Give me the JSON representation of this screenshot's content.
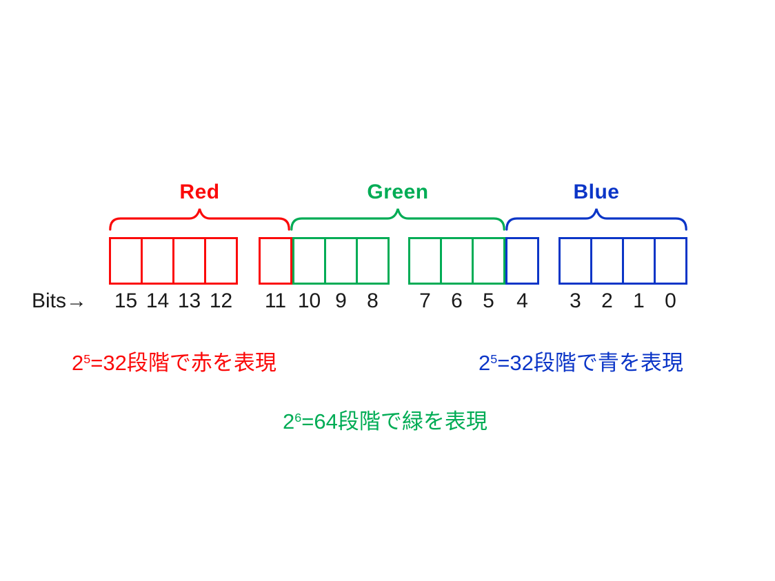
{
  "colors": {
    "red": "#FB0A0A",
    "green": "#00AC55",
    "blue": "#0B35C7",
    "text": "#1A1A1A",
    "background": "#FFFFFF"
  },
  "channel_labels": [
    {
      "id": "red",
      "label": "Red"
    },
    {
      "id": "green",
      "label": "Green"
    },
    {
      "id": "blue",
      "label": "Blue"
    }
  ],
  "bits_axis_label": "Bits→",
  "bit_field": {
    "total_bits": 16,
    "groups": [
      {
        "cells": [
          {
            "bit": "15",
            "color": "red"
          },
          {
            "bit": "14",
            "color": "red"
          },
          {
            "bit": "13",
            "color": "red"
          },
          {
            "bit": "12",
            "color": "red"
          }
        ]
      },
      {
        "cells": [
          {
            "bit": "11",
            "color": "red"
          },
          {
            "bit": "10",
            "color": "green"
          },
          {
            "bit": "9",
            "color": "green"
          },
          {
            "bit": "8",
            "color": "green"
          }
        ]
      },
      {
        "cells": [
          {
            "bit": "7",
            "color": "green"
          },
          {
            "bit": "6",
            "color": "green"
          },
          {
            "bit": "5",
            "color": "green"
          },
          {
            "bit": "4",
            "color": "blue"
          }
        ]
      },
      {
        "cells": [
          {
            "bit": "3",
            "color": "blue"
          },
          {
            "bit": "2",
            "color": "blue"
          },
          {
            "bit": "1",
            "color": "blue"
          },
          {
            "bit": "0",
            "color": "blue"
          }
        ]
      }
    ]
  },
  "notes": {
    "red": {
      "base": "2",
      "exponent": "5",
      "rest": "=32段階で赤を表現"
    },
    "blue": {
      "base": "2",
      "exponent": "5",
      "rest": "=32段階で青を表現"
    },
    "green": {
      "base": "2",
      "exponent": "6",
      "rest": "=64段階で緑を表現"
    }
  }
}
